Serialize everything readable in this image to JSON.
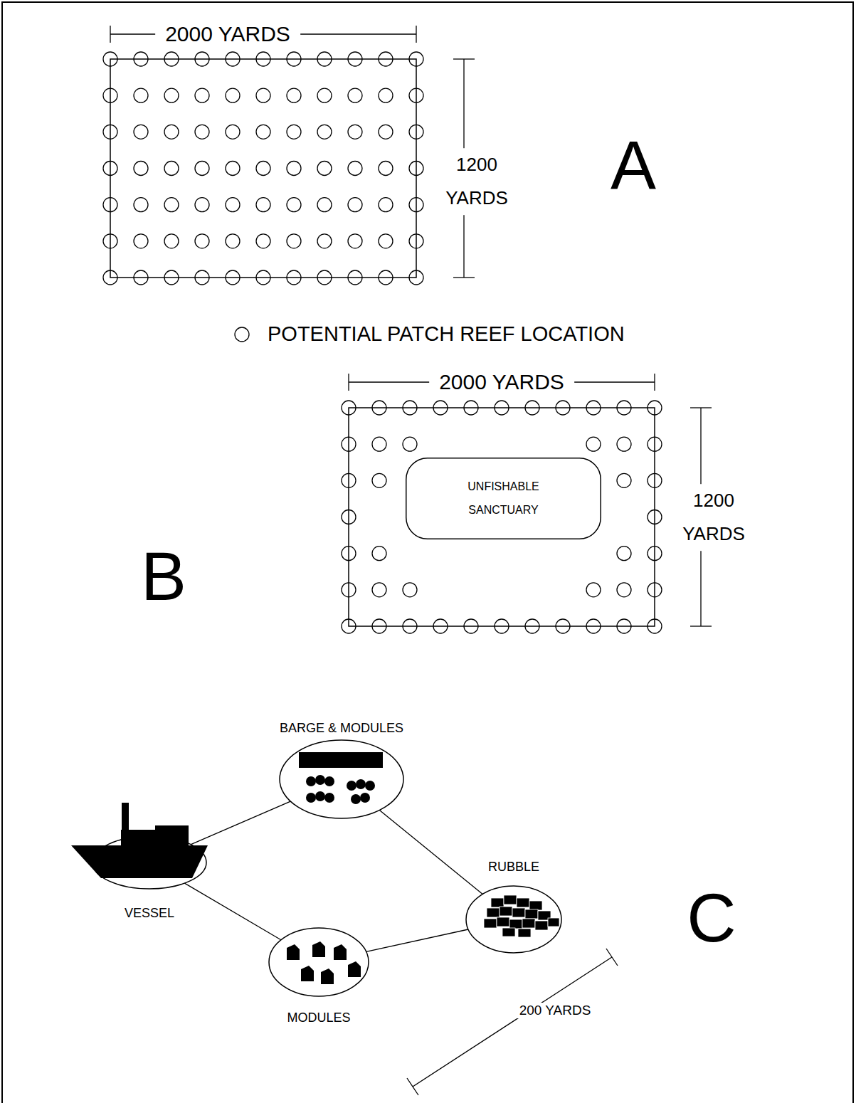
{
  "diagram": {
    "nodes": [
      {
        "text": [
          "UNFISHABLE SANCTUARY"
        ]
      },
      {
        "text": [
          "BARGE & MODULES"
        ]
      },
      {
        "text": [
          "RUBBLE"
        ]
      },
      {
        "text": [
          "VESSEL"
        ]
      },
      {
        "text": [
          "MODULES"
        ]
      }
    ],
    "edges": [
      {
        "from": 3,
        "to": 1,
        "arrow": "none"
      },
      {
        "from": 1,
        "to": 2,
        "arrow": "none"
      },
      {
        "from": 3,
        "to": 4,
        "arrow": "none"
      },
      {
        "from": 4,
        "to": 2,
        "arrow": "none"
      }
    ],
    "labels": [
      "2000 YARDS",
      "1200 YARDS",
      "A",
      "2000 YARDS",
      "1200 YARDS",
      "B",
      "C",
      "200 YARDS"
    ],
    "legend": [
      {
        "text": "POTENTIAL PATCH REEF LOCATION"
      }
    ]
  }
}
